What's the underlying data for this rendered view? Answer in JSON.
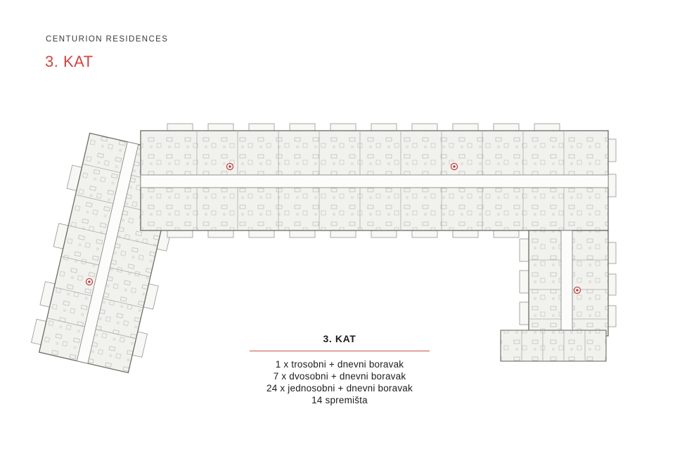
{
  "header": {
    "project_name": "CENTURION RESIDENCES",
    "floor_title": "3. KAT"
  },
  "legend": {
    "title": "3. KAT",
    "lines": [
      "1 x trosobni + dnevni boravak",
      "7 x dvosobni + dnevni boravak",
      "24 x jednosobni + dnevni boravak",
      "14 spremišta"
    ]
  },
  "plan": {
    "type": "architectural-floor-plan",
    "floor": "3. KAT",
    "stair_marker_count": 4
  },
  "colors": {
    "accent_red": "#c4524e",
    "title_red": "#cf4540",
    "text_dark": "#1c1c1c",
    "plan_fill": "#f1f1ee",
    "plan_wall": "#6b6b66"
  }
}
